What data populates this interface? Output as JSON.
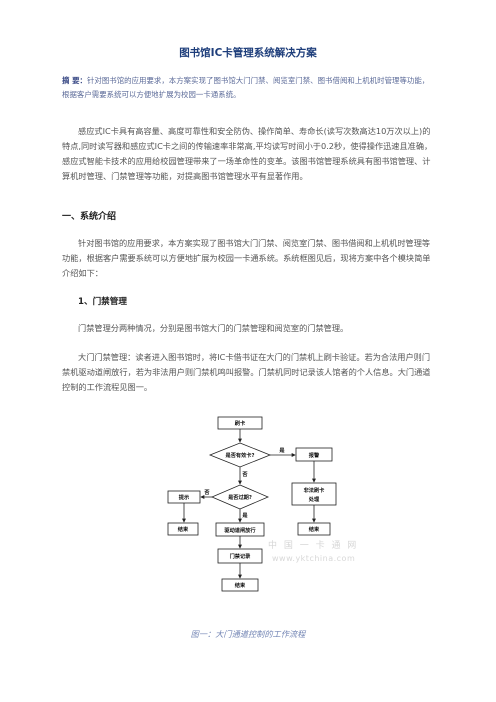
{
  "doc": {
    "title": "图书馆IC卡管理系统解决方案",
    "abstract_label": "摘  要：",
    "abstract_text": "针对图书馆的应用要求，本方案实现了图书馆大门门禁、阅览室门禁、图书借阅和上机机时管理等功能，根据客户需要系统可以方便地扩展为校园一卡通系统。",
    "intro": "感应式IC卡具有高容量、高度可靠性和安全防伪、操作简单、寿命长(读写次数高达10万次以上)的特点,同时读写器和感应式IC卡之间的传输速率非常高,平均读写时间小于0.2秒，使得操作迅速且准确，感应式智能卡技术的应用给校园管理带来了一场革命性的变革。该图书馆管理系统具有图书馆管理、计算机时管理、门禁管理等功能，对提高图书馆管理水平有显著作用。",
    "section1_heading": "一、系统介绍",
    "section1_text": "针对图书馆的应用要求，本方案实现了图书馆大门门禁、阅览室门禁、图书借阅和上机机时管理等功能，根据客户需要系统可以方便地扩展为校园一卡通系统。系统框图见后，现将方案中各个模块简单介绍如下：",
    "subsection1_heading": "1、门禁管理",
    "subsection1_p1": "门禁管理分两种情况，分别是图书馆大门的门禁管理和阅览室的门禁管理。",
    "subsection1_p2": "大门门禁管理：读者进入图书馆时，将IC卡借书证在大门的门禁机上刷卡验证。若为合法用户则门禁机驱动道闸放行，若为非法用户则门禁机鸣叫报警。门禁机同时记录该人馆者的个人信息。大门通道控制的工作流程见图一。"
  },
  "figure": {
    "nodes": {
      "swipe": "刷卡",
      "valid_card": "是否有效卡?",
      "alarm": "报警",
      "overdue": "是否过期?",
      "prompt": "提示",
      "illegal_l1": "非法刷卡",
      "illegal_l2": "处理",
      "end": "结束",
      "drive_gate": "驱动道闸放行",
      "record": "门禁记录"
    },
    "labels": {
      "yes": "是",
      "no": "否"
    },
    "watermark_cn": "中 国 一 卡 通 网",
    "watermark_url": "www.yktchina.com",
    "caption": "图一：大门通道控制的工作流程"
  }
}
